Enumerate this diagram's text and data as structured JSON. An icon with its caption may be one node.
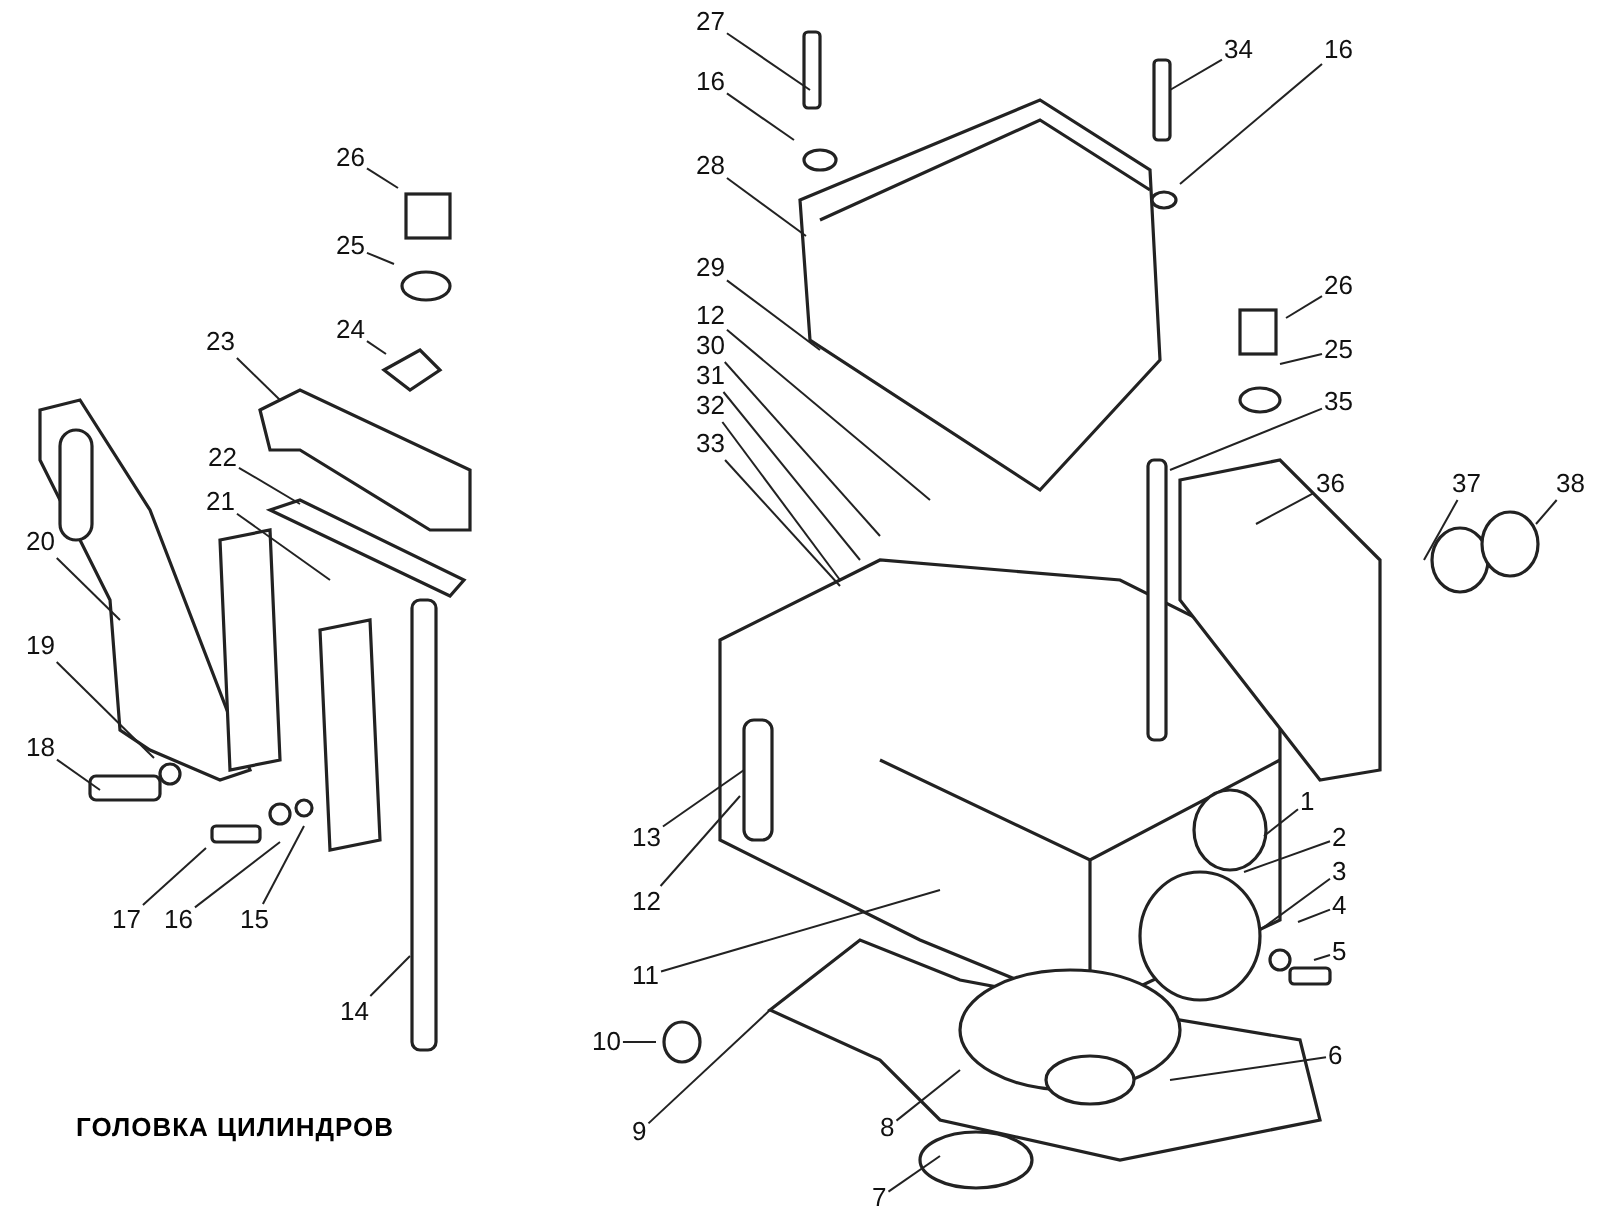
{
  "diagram": {
    "title": "ГОЛОВКА ЦИЛИНДРОВ",
    "nodes": [
      {
        "text": [
          "26"
        ]
      },
      {
        "text": [
          "25"
        ]
      },
      {
        "text": [
          "24"
        ]
      },
      {
        "text": [
          "23"
        ]
      },
      {
        "text": [
          "22"
        ]
      },
      {
        "text": [
          "21"
        ]
      },
      {
        "text": [
          "20"
        ]
      },
      {
        "text": [
          "19"
        ]
      },
      {
        "text": [
          "18"
        ]
      },
      {
        "text": [
          "17"
        ]
      },
      {
        "text": [
          "16"
        ]
      },
      {
        "text": [
          "15"
        ]
      },
      {
        "text": [
          "14"
        ]
      },
      {
        "text": [
          "27"
        ]
      },
      {
        "text": [
          "16"
        ]
      },
      {
        "text": [
          "28"
        ]
      },
      {
        "text": [
          "29"
        ]
      },
      {
        "text": [
          "12"
        ]
      },
      {
        "text": [
          "30"
        ]
      },
      {
        "text": [
          "31"
        ]
      },
      {
        "text": [
          "32"
        ]
      },
      {
        "text": [
          "33"
        ]
      },
      {
        "text": [
          "34"
        ]
      },
      {
        "text": [
          "16"
        ]
      },
      {
        "text": [
          "26"
        ]
      },
      {
        "text": [
          "25"
        ]
      },
      {
        "text": [
          "35"
        ]
      },
      {
        "text": [
          "36"
        ]
      },
      {
        "text": [
          "37"
        ]
      },
      {
        "text": [
          "38"
        ]
      },
      {
        "text": [
          "1"
        ]
      },
      {
        "text": [
          "2"
        ]
      },
      {
        "text": [
          "3"
        ]
      },
      {
        "text": [
          "4"
        ]
      },
      {
        "text": [
          "5"
        ]
      },
      {
        "text": [
          "6"
        ]
      },
      {
        "text": [
          "7"
        ]
      },
      {
        "text": [
          "8"
        ]
      },
      {
        "text": [
          "9"
        ]
      },
      {
        "text": [
          "10"
        ]
      },
      {
        "text": [
          "11"
        ]
      },
      {
        "text": [
          "12"
        ]
      },
      {
        "text": [
          "13"
        ]
      }
    ],
    "edges": [
      {
        "from": 0,
        "to": null,
        "arrow": "none"
      },
      {
        "from": 1,
        "to": null,
        "arrow": "none"
      },
      {
        "from": 2,
        "to": null,
        "arrow": "none"
      },
      {
        "from": 3,
        "to": null,
        "arrow": "none"
      },
      {
        "from": 4,
        "to": null,
        "arrow": "none"
      },
      {
        "from": 5,
        "to": null,
        "arrow": "none"
      },
      {
        "from": 6,
        "to": null,
        "arrow": "none"
      },
      {
        "from": 7,
        "to": null,
        "arrow": "none"
      },
      {
        "from": 8,
        "to": null,
        "arrow": "none"
      },
      {
        "from": 9,
        "to": null,
        "arrow": "none"
      },
      {
        "from": 10,
        "to": null,
        "arrow": "none"
      },
      {
        "from": 11,
        "to": null,
        "arrow": "none"
      },
      {
        "from": 12,
        "to": null,
        "arrow": "none"
      },
      {
        "from": 13,
        "to": null,
        "arrow": "none"
      },
      {
        "from": 14,
        "to": null,
        "arrow": "none"
      },
      {
        "from": 15,
        "to": null,
        "arrow": "none"
      },
      {
        "from": 16,
        "to": null,
        "arrow": "none"
      },
      {
        "from": 17,
        "to": null,
        "arrow": "none"
      },
      {
        "from": 18,
        "to": null,
        "arrow": "none"
      },
      {
        "from": 19,
        "to": null,
        "arrow": "none"
      },
      {
        "from": 20,
        "to": null,
        "arrow": "none"
      },
      {
        "from": 21,
        "to": null,
        "arrow": "none"
      },
      {
        "from": 22,
        "to": null,
        "arrow": "none"
      },
      {
        "from": 23,
        "to": null,
        "arrow": "none"
      },
      {
        "from": 24,
        "to": null,
        "arrow": "none"
      },
      {
        "from": 25,
        "to": null,
        "arrow": "none"
      },
      {
        "from": 26,
        "to": null,
        "arrow": "none"
      },
      {
        "from": 27,
        "to": null,
        "arrow": "none"
      },
      {
        "from": 28,
        "to": null,
        "arrow": "none"
      },
      {
        "from": 29,
        "to": null,
        "arrow": "none"
      },
      {
        "from": 30,
        "to": null,
        "arrow": "none"
      },
      {
        "from": 31,
        "to": null,
        "arrow": "none"
      },
      {
        "from": 32,
        "to": null,
        "arrow": "none"
      },
      {
        "from": 33,
        "to": null,
        "arrow": "none"
      },
      {
        "from": 34,
        "to": null,
        "arrow": "none"
      },
      {
        "from": 35,
        "to": null,
        "arrow": "none"
      },
      {
        "from": 36,
        "to": null,
        "arrow": "none"
      },
      {
        "from": 37,
        "to": null,
        "arrow": "none"
      },
      {
        "from": 38,
        "to": null,
        "arrow": "none"
      },
      {
        "from": 39,
        "to": null,
        "arrow": "none"
      },
      {
        "from": 40,
        "to": null,
        "arrow": "none"
      },
      {
        "from": 41,
        "to": null,
        "arrow": "none"
      },
      {
        "from": 42,
        "to": null,
        "arrow": "none"
      }
    ]
  }
}
